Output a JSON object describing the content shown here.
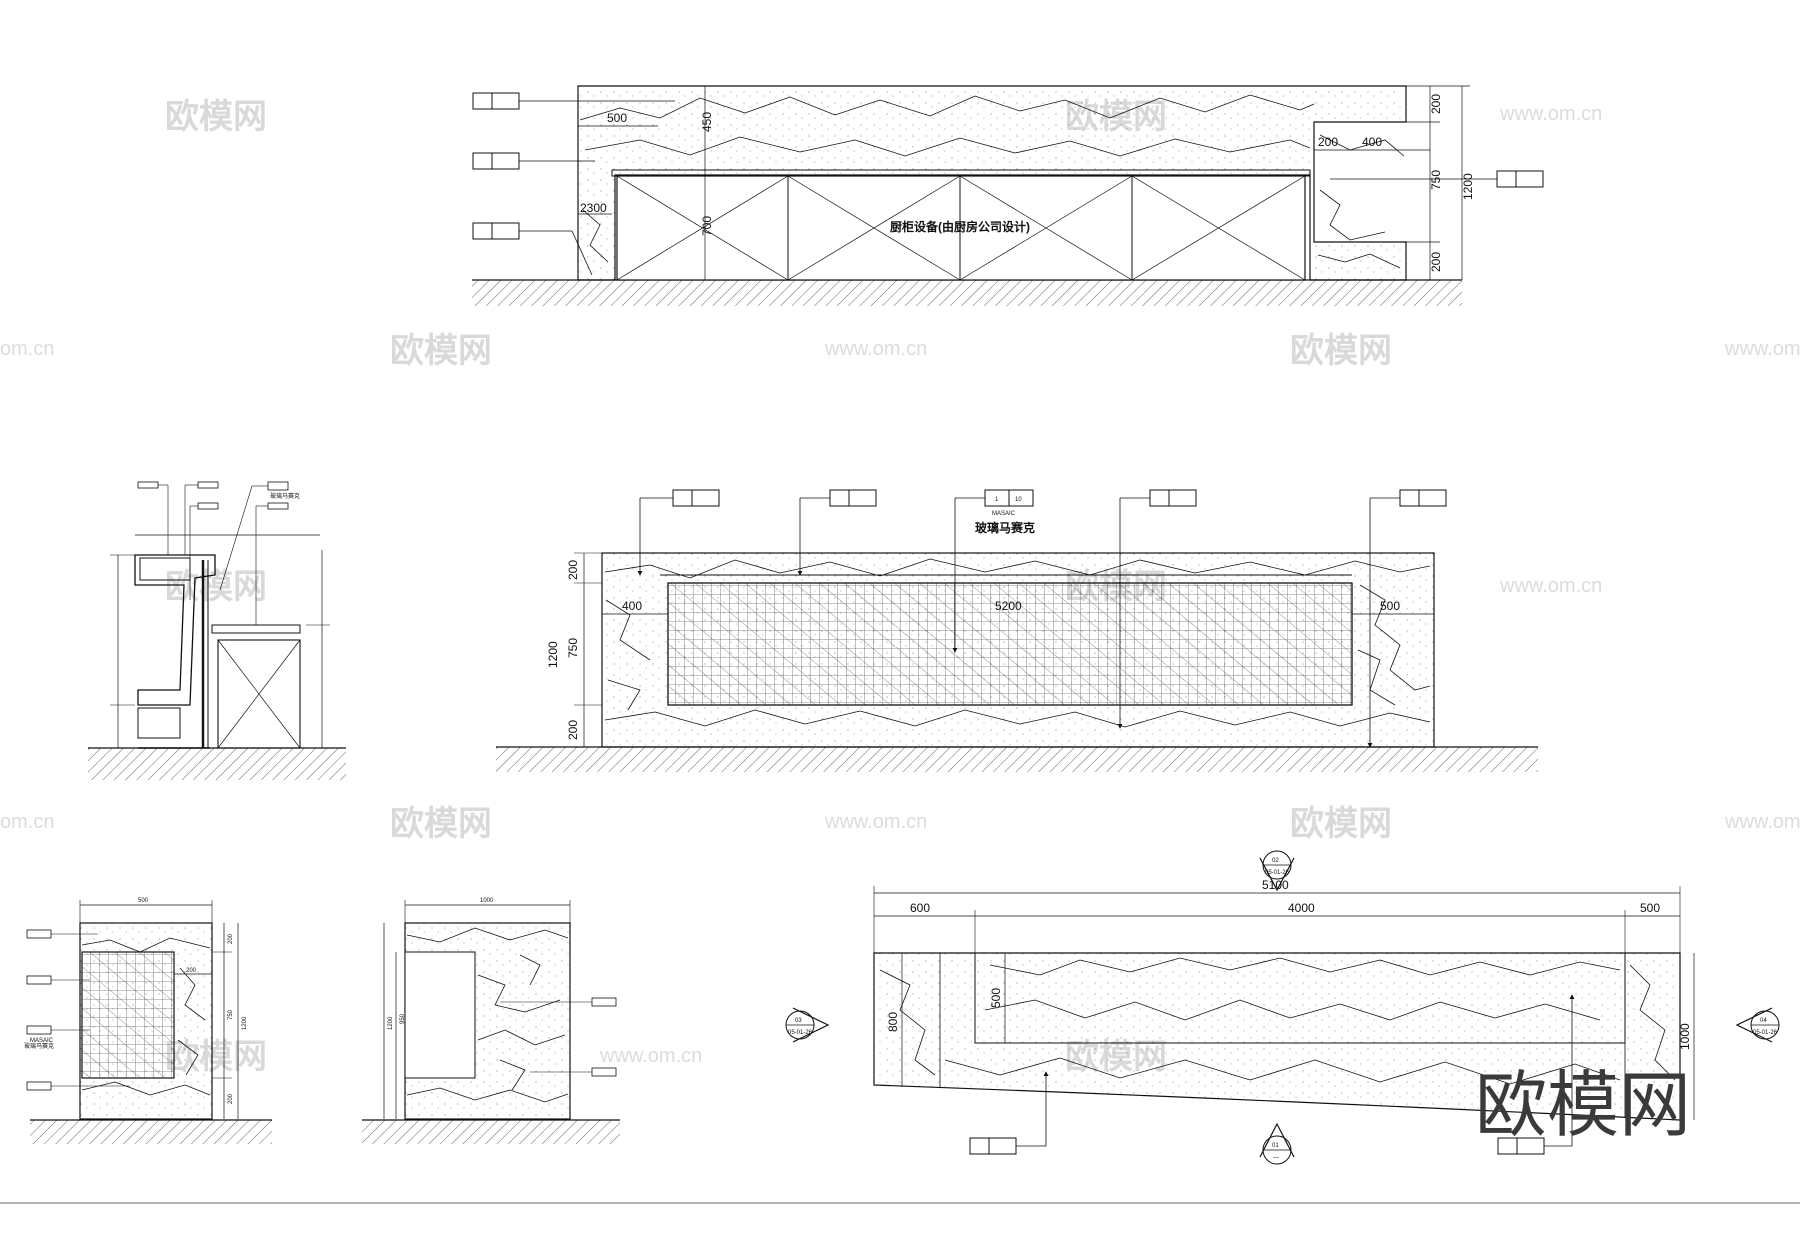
{
  "watermarks": {
    "cn": "欧模网",
    "url": "www.om.cn",
    "url_left": "om.cn",
    "url_right": "www.om"
  },
  "brand_logo": "欧模网",
  "colors": {
    "line": "#111111",
    "hatch": "#555555",
    "watermark": "#d9d9d9",
    "background": "#ffffff"
  },
  "views": {
    "kitchen_elevation": {
      "note": "厨柜设备(由厨房公司设计)",
      "dims": {
        "left_500": "500",
        "left_450": "450",
        "left_700": "700",
        "left_2300": "2300",
        "right_200_h": "200",
        "right_400": "400",
        "right_200_top": "200",
        "right_750": "750",
        "right_200_bottom": "200",
        "right_1200": "1200"
      }
    },
    "front_elevation": {
      "mosaic_ref_top": "1",
      "mosaic_ref_bottom": "10",
      "mosaic_caption": "MASAIC",
      "mosaic_label": "玻璃马赛克",
      "dims": {
        "left_200_top": "200",
        "left_750": "750",
        "left_1200": "1200",
        "left_200_bottom": "200",
        "inner_400": "400",
        "inner_500": "500",
        "inner_center": "5200"
      }
    },
    "section_detail": {
      "callout_label": "玻璃马赛克"
    },
    "side_left": {
      "top_width": "500",
      "inner_200": "200",
      "right_200_top": "200",
      "right_750": "750",
      "right_1200": "1200",
      "right_200_bottom": "200",
      "callout_caption": "MASAIC",
      "callout_label": "玻璃马赛克"
    },
    "side_right": {
      "top_width": "1000",
      "left_1200": "1200",
      "left_950": "950"
    },
    "plan": {
      "dim_total": "5100",
      "dim_600": "600",
      "dim_4000": "4000",
      "dim_500": "500",
      "dim_left_v": "800",
      "dim_inner_v": "500",
      "dim_right_v": "1000",
      "marker_top_num": "02",
      "marker_top_ref": "05-01-26",
      "marker_left_num": "03",
      "marker_left_ref": "05-01-26",
      "marker_right_num": "04",
      "marker_right_ref": "05-01-26",
      "marker_bottom_num": "01",
      "marker_bottom_ref": "—"
    }
  }
}
